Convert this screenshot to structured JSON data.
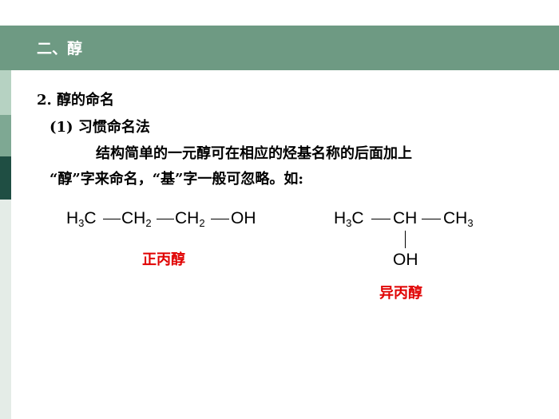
{
  "header": {
    "title": "二、醇"
  },
  "content": {
    "heading": "2. 醇的命名",
    "subheading": "(1) 习惯命名法",
    "para_line1": "结构简单的一元醇可在相应的烃基名称的后面加上",
    "para_line2": "“醇”字来命名，“基”字一般可忽略。如:"
  },
  "structures": {
    "n_propanol": {
      "g1": "H",
      "g1_sub": "3",
      "g1_tail": "C",
      "g2": "CH",
      "g2_sub": "2",
      "g3": "CH",
      "g3_sub": "2",
      "g4": "OH",
      "name": "正丙醇"
    },
    "isopropanol": {
      "g1": "H",
      "g1_sub": "3",
      "g1_tail": "C",
      "g2": "CH",
      "g3": "CH",
      "g3_sub": "3",
      "oh": "OH",
      "name": "异丙醇"
    }
  },
  "colors": {
    "header": "#6e9a83",
    "label_red": "#e00000"
  }
}
